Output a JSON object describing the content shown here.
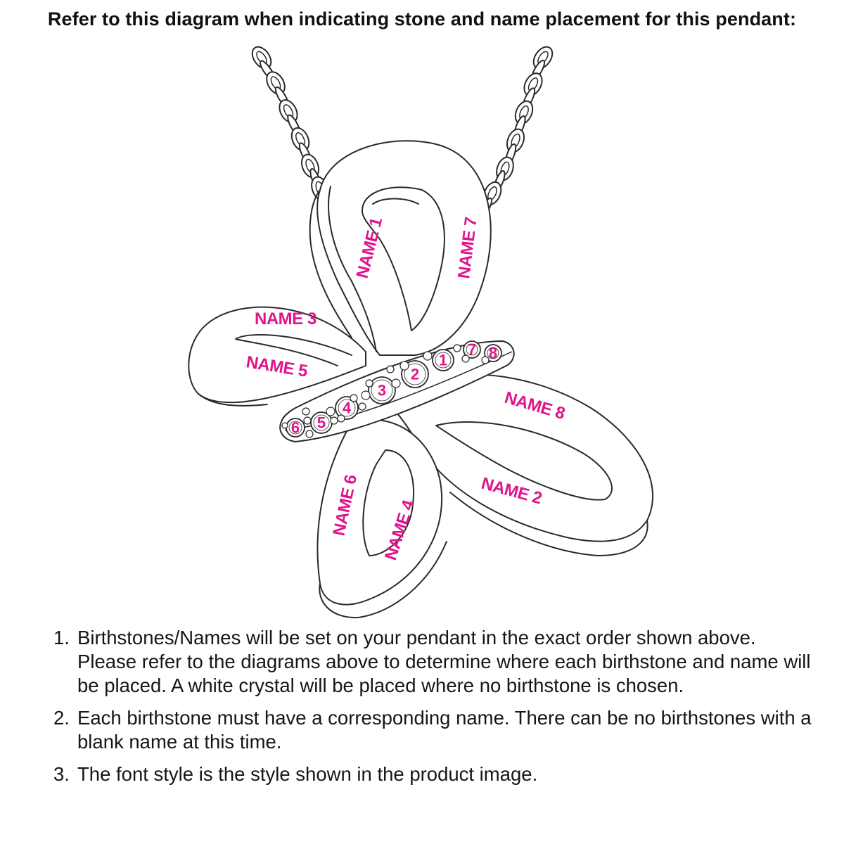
{
  "header": {
    "title": "Refer to this diagram when indicating stone and name placement for this pendant:"
  },
  "colors": {
    "label": "#e0148c",
    "line": "#2a2a2a",
    "text": "#111111"
  },
  "diagram": {
    "names": [
      {
        "id": "name1",
        "text": "NAME 1"
      },
      {
        "id": "name2",
        "text": "NAME 2"
      },
      {
        "id": "name3",
        "text": "NAME 3"
      },
      {
        "id": "name4",
        "text": "NAME 4"
      },
      {
        "id": "name5",
        "text": "NAME 5"
      },
      {
        "id": "name6",
        "text": "NAME 6"
      },
      {
        "id": "name7",
        "text": "NAME 7"
      },
      {
        "id": "name8",
        "text": "NAME 8"
      }
    ],
    "stones": [
      "1",
      "2",
      "3",
      "4",
      "5",
      "6",
      "7",
      "8"
    ]
  },
  "notes": [
    {
      "num": "1.",
      "text": "Birthstones/Names will be set on your pendant in the exact order shown above. Please refer to the diagrams above to determine where each birthstone and name will be placed. A white crystal will be placed where no birthstone is chosen."
    },
    {
      "num": "2.",
      "text": "Each birthstone must have a corresponding name. There can be no birthstones with a blank name at this time."
    },
    {
      "num": "3.",
      "text": "The font style is the style shown in the product image."
    }
  ]
}
